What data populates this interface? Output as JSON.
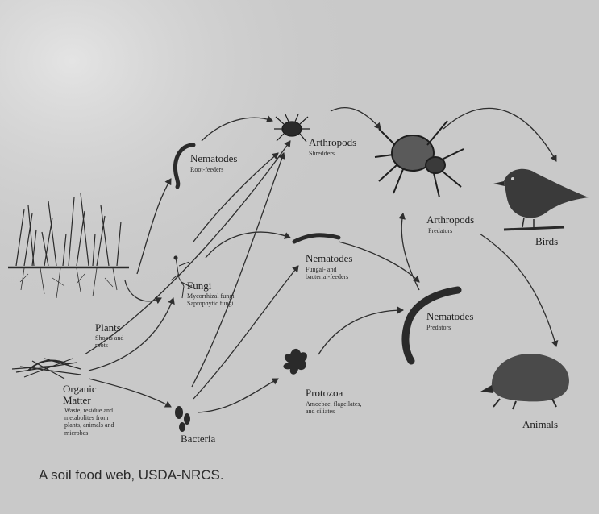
{
  "colors": {
    "background": "#c9c9c9",
    "ink": "#1f1f1f",
    "arrow": "#2e2e2e",
    "organism": "#2a2a2a"
  },
  "nodes": {
    "plants": {
      "title": "Plants",
      "sub": [
        "Shoots and",
        "roots"
      ],
      "icon": "grass-icon"
    },
    "organic_matter": {
      "title": [
        "Organic",
        "Matter"
      ],
      "sub": [
        "Waste, residue and",
        "metabolites from",
        "plants, animals and",
        "microbes"
      ],
      "icon": "litter-icon"
    },
    "nematodes_root": {
      "title": "Nematodes",
      "sub": [
        "Root-feeders"
      ],
      "icon": "worm-icon"
    },
    "fungi": {
      "title": "Fungi",
      "sub": [
        "Mycorrhizal fungi",
        "Saprophytic fungi"
      ],
      "icon": "fungus-icon"
    },
    "bacteria": {
      "title": "Bacteria",
      "sub": [],
      "icon": "bacteria-icon"
    },
    "arthropods_shred": {
      "title": "Arthropods",
      "sub": [
        "Shredders"
      ],
      "icon": "mite-icon"
    },
    "nematodes_fungal": {
      "title": "Nematodes",
      "sub": [
        "Fungal- and",
        "bacterial-feeders"
      ],
      "icon": "worm-icon"
    },
    "protozoa": {
      "title": "Protozoa",
      "sub": [
        "Amoebae, flagellates,",
        "and ciliates"
      ],
      "icon": "amoeba-icon"
    },
    "arthropods_pred": {
      "title": "Arthropods",
      "sub": [
        "Predators"
      ],
      "icon": "spider-icon"
    },
    "nematodes_pred": {
      "title": "Nematodes",
      "sub": [
        "Predators"
      ],
      "icon": "worm-icon"
    },
    "birds": {
      "title": "Birds",
      "sub": [],
      "icon": "bird-icon"
    },
    "animals": {
      "title": "Animals",
      "sub": [],
      "icon": "mole-icon"
    }
  },
  "caption": "A soil food web, USDA-NRCS."
}
